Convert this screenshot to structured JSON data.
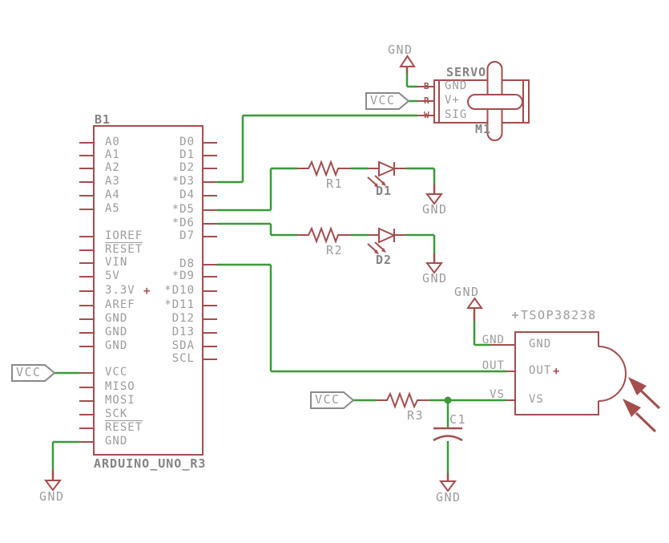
{
  "colors": {
    "component_red": "#a34d4d",
    "wire_green": "#3a9a3a",
    "label_gray": "#9c9c9c",
    "name_gray": "#848484",
    "background": "#ffffff"
  },
  "arduino": {
    "ref": "B1",
    "value": "ARDUINO_UNO_R3",
    "plus_marker": "+",
    "left_pins": [
      "A0",
      "A1",
      "A2",
      "A3",
      "A4",
      "A5",
      "IOREF",
      "RESET",
      "VIN",
      "5V",
      "3.3V",
      "AREF",
      "GND",
      "GND",
      "GND",
      "VCC",
      "MISO",
      "MOSI",
      "SCK",
      "RESET",
      "GND"
    ],
    "right_pins": [
      "D0",
      "D1",
      "D2",
      "*D3",
      "D4",
      "*D5",
      "*D6",
      "D7",
      "D8",
      "*D9",
      "*D10",
      "*D11",
      "D12",
      "D13",
      "SDA",
      "SCL"
    ]
  },
  "servo": {
    "value": "SERVO",
    "ref": "M1",
    "pin_names": [
      "GND",
      "V+",
      "SIG"
    ],
    "pad_names": [
      "B",
      "R",
      "W"
    ]
  },
  "ir_receiver": {
    "value": "TSOP38238",
    "pin_names": [
      "GND",
      "OUT",
      "VS"
    ],
    "out_plus": "+"
  },
  "resistors": [
    {
      "ref": "R1"
    },
    {
      "ref": "R2"
    },
    {
      "ref": "R3"
    }
  ],
  "leds": [
    {
      "ref": "D1"
    },
    {
      "ref": "D2"
    }
  ],
  "capacitor": {
    "ref": "C1"
  },
  "net_labels": {
    "vcc": "VCC",
    "gnd": "GND"
  }
}
